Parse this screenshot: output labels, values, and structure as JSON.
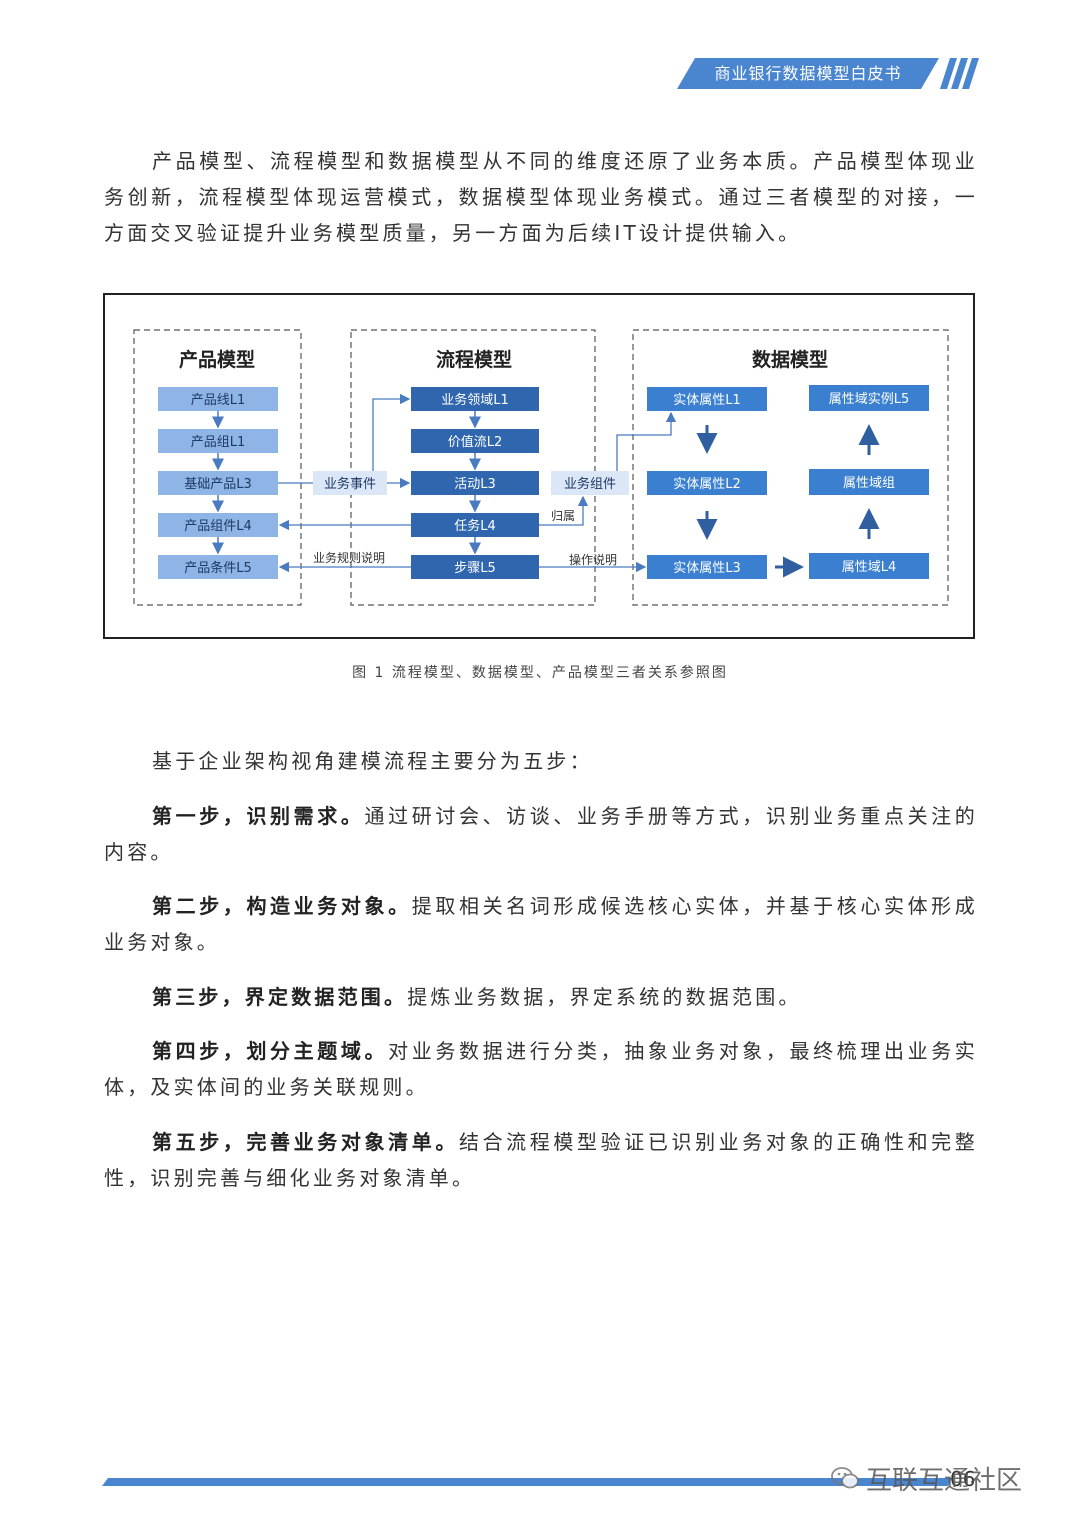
{
  "header": {
    "title": "商业银行数据模型白皮书"
  },
  "intro": "产品模型、流程模型和数据模型从不同的维度还原了业务本质。产品模型体现业务创新，流程模型体现运营模式，数据模型体现业务模式。通过三者模型的对接，一方面交叉验证提升业务模型质量，另一方面为后续IT设计提供输入。",
  "figure": {
    "product": {
      "title": "产品模型",
      "items": [
        "产品线L1",
        "产品组L1",
        "基础产品L3",
        "产品组件L4",
        "产品条件L5"
      ]
    },
    "process": {
      "title": "流程模型",
      "items": [
        "业务领域L1",
        "价值流L2",
        "活动L3",
        "任务L4",
        "步骤L5"
      ]
    },
    "data": {
      "title": "数据模型",
      "left": [
        "实体属性L1",
        "实体属性L2",
        "实体属性L3"
      ],
      "right": [
        "属性域实例L5",
        "属性域组",
        "属性域L4"
      ]
    },
    "connectors": {
      "event": "业务事件",
      "component": "业务组件",
      "belong": "归属",
      "rule": "业务规则说明",
      "operation": "操作说明"
    },
    "caption": "图 1 流程模型、数据模型、产品模型三者关系参照图"
  },
  "steps_intro": "基于企业架构视角建模流程主要分为五步：",
  "steps": [
    {
      "title": "第一步，识别需求。",
      "text": "通过研讨会、访谈、业务手册等方式，识别业务重点关注的内容。"
    },
    {
      "title": "第二步，构造业务对象。",
      "text": "提取相关名词形成候选核心实体，并基于核心实体形成业务对象。"
    },
    {
      "title": "第三步，界定数据范围。",
      "text": "提炼业务数据，界定系统的数据范围。"
    },
    {
      "title": "第四步，划分主题域。",
      "text": "对业务数据进行分类，抽象业务对象，最终梳理出业务实体，及实体间的业务关联规则。"
    },
    {
      "title": "第五步，完善业务对象清单。",
      "text": "结合流程模型验证已识别业务对象的正确性和完整性，识别完善与细化业务对象清单。"
    }
  ],
  "footer": {
    "page": "06",
    "watermark": "互联互通社区"
  },
  "colors": {
    "accent": "#4a86d0",
    "box_light": "#8fb4e6",
    "box_dark": "#2f66ae",
    "box_mid": "#3a7fd0"
  }
}
